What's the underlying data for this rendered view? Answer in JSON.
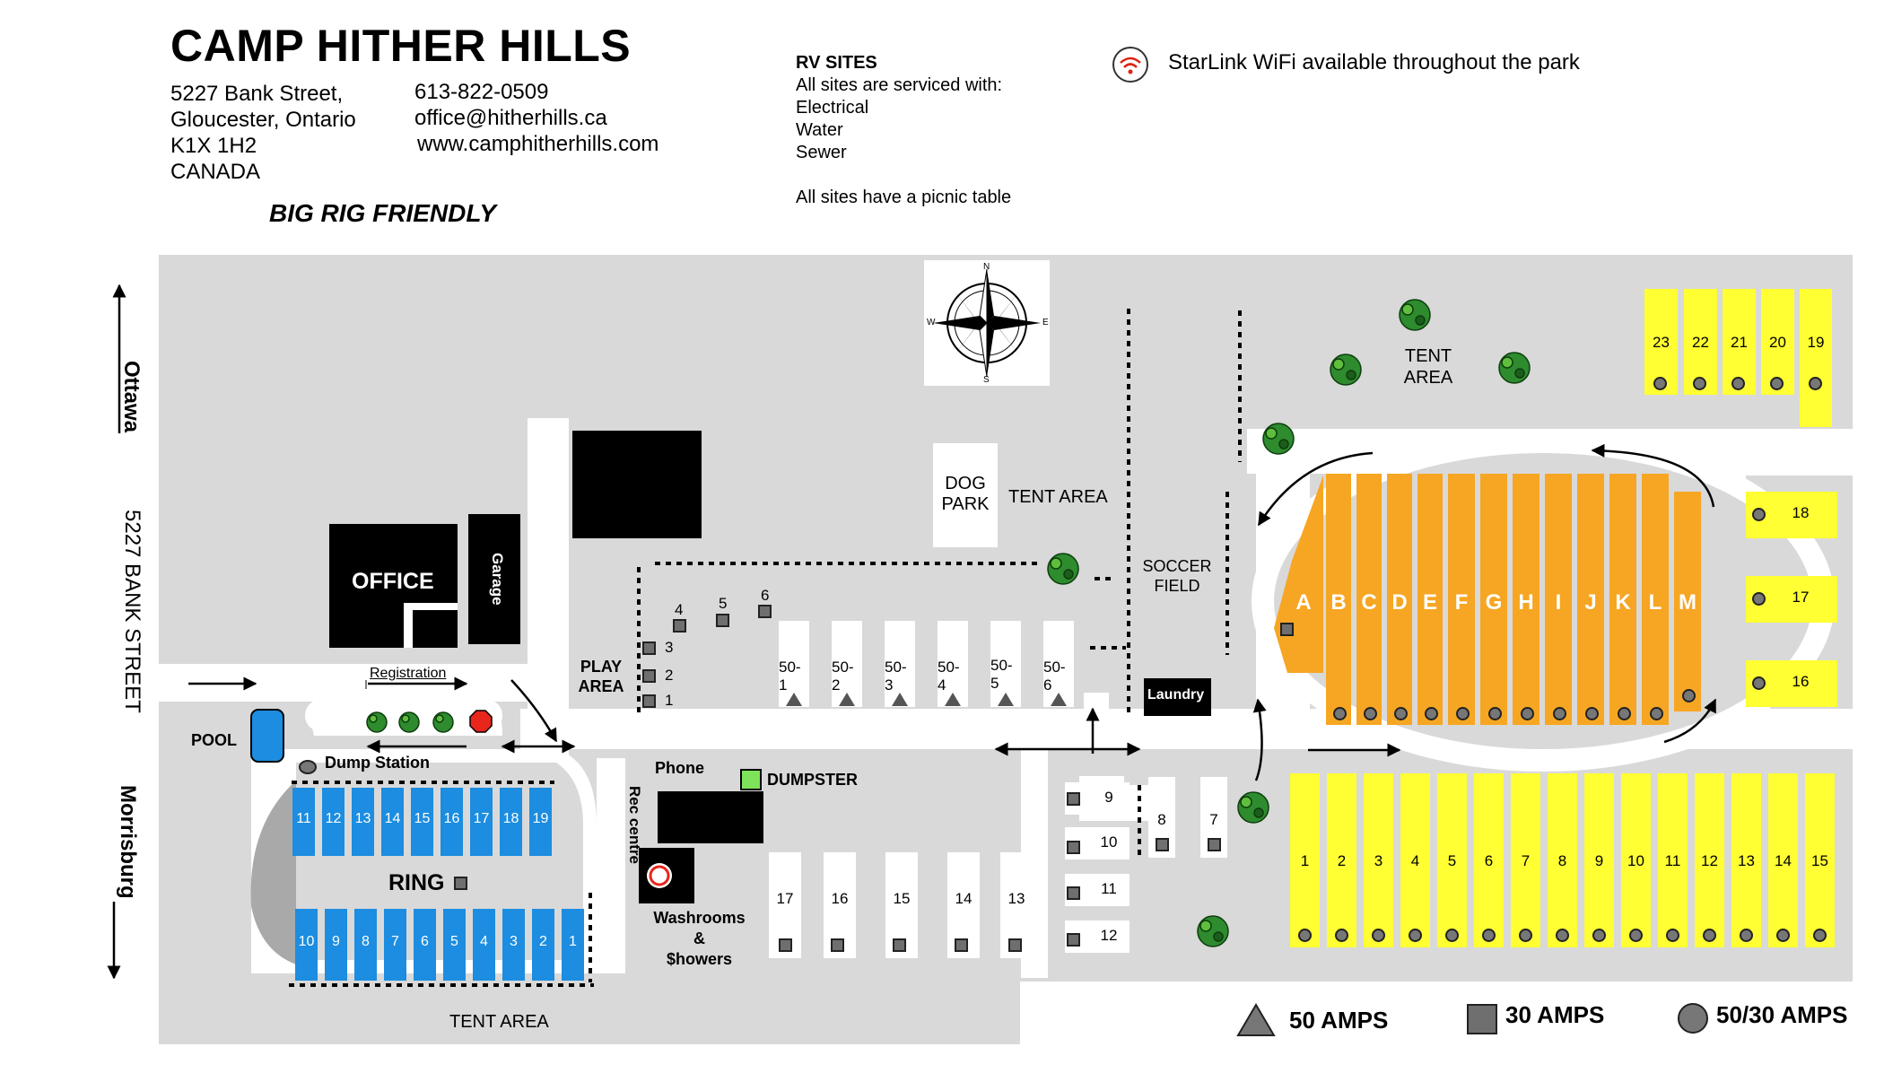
{
  "header": {
    "title": "CAMP HITHER HILLS",
    "address": [
      "5227 Bank Street,",
      "Gloucester, Ontario",
      "K1X 1H2",
      "CANADA"
    ],
    "phone": "613-822-0509",
    "email": "office@hitherhills.ca",
    "website": "www.camphitherhills.com",
    "tagline": "BIG RIG FRIENDLY"
  },
  "rv_sites": {
    "heading": "RV SITES",
    "lines": [
      "All sites are serviced with:",
      "Electrical",
      "Water",
      "Sewer"
    ],
    "note": "All sites have a picnic table"
  },
  "wifi": {
    "text": "StarLink WiFi available throughout the park",
    "icon": "wifi-icon"
  },
  "road": {
    "street": "5227 BANK STREET",
    "north": "Ottawa",
    "south": "Morrisburg"
  },
  "buildings": {
    "office": "OFFICE",
    "garage": "Garage",
    "registration": "Registration",
    "pool": "POOL",
    "dump_station": "Dump Station",
    "ring": "RING",
    "phone": "Phone",
    "rec_centre": "Rec centre",
    "dumpster": "DUMPSTER",
    "washrooms": [
      "Washrooms",
      "&",
      "$howers"
    ],
    "laundry": "Laundry",
    "dog_park": [
      "DOG",
      "PARK"
    ],
    "soccer": [
      "SOCCER",
      "FIELD"
    ],
    "play_area": [
      "PLAY",
      "AREA"
    ]
  },
  "areas": {
    "tent_top": [
      "TENT",
      "AREA"
    ],
    "tent_mid": "TENT AREA",
    "tent_bottom": "TENT AREA"
  },
  "compass": {
    "n": "N",
    "s": "S",
    "e": "E",
    "w": "W"
  },
  "sites": {
    "yellow_top": [
      "23",
      "22",
      "21",
      "20",
      "19"
    ],
    "yellow_right": [
      "18",
      "17",
      "16"
    ],
    "yellow_bottom": [
      "1",
      "2",
      "3",
      "4",
      "5",
      "6",
      "7",
      "8",
      "9",
      "10",
      "11",
      "12",
      "13",
      "14",
      "15"
    ],
    "orange": [
      "A",
      "B",
      "C",
      "D",
      "E",
      "F",
      "G",
      "H",
      "I",
      "J",
      "K",
      "L",
      "M"
    ],
    "ring_top": [
      "11",
      "12",
      "13",
      "14",
      "15",
      "16",
      "17",
      "18",
      "19"
    ],
    "ring_bottom": [
      "10",
      "9",
      "8",
      "7",
      "6",
      "5",
      "4",
      "3",
      "2",
      "1"
    ],
    "fifty_amp": [
      "50-1",
      "50-2",
      "50-3",
      "50-4",
      "50-5",
      "50-6"
    ],
    "play": [
      "1",
      "2",
      "3",
      "4",
      "5",
      "6"
    ],
    "middle_bottom": [
      "17",
      "16",
      "15",
      "14",
      "13"
    ],
    "middle_column": [
      "9",
      "10",
      "11",
      "12"
    ],
    "middle_pair": [
      "8",
      "7"
    ]
  },
  "legend": {
    "fifty": "50 AMPS",
    "thirty": "30 AMPS",
    "both": "50/30 AMPS"
  },
  "colors": {
    "ground": "#d9d9d9",
    "yellow_sites": "#ffff33",
    "orange_sites": "#f6a623",
    "blue_sites": "#1c8de0",
    "tree": "#2e8b2e",
    "dumpster": "#7ee35a",
    "stop_sign": "#e8261b"
  }
}
